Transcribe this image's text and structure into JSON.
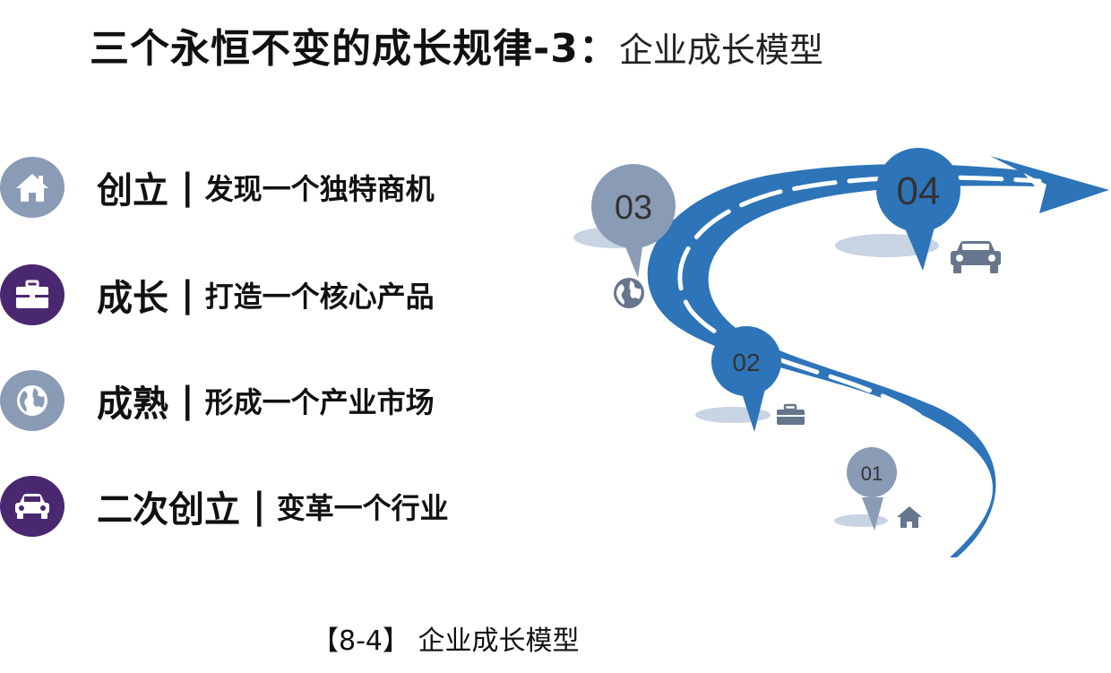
{
  "title": {
    "bold": "三个永恒不变的成长规律-3：",
    "light": "企业成长模型"
  },
  "stages": [
    {
      "name": "创立",
      "separator": "|",
      "desc": "发现一个独特商机",
      "icon": "home-icon",
      "color": "#8a9bb5"
    },
    {
      "name": "成长",
      "separator": "|",
      "desc": "打造一个核心产品",
      "icon": "briefcase-icon",
      "color": "#4a2870"
    },
    {
      "name": "成熟",
      "separator": "|",
      "desc": "形成一个产业市场",
      "icon": "globe-icon",
      "color": "#8a9bb5"
    },
    {
      "name": "二次创立",
      "separator": "|",
      "desc": "变革一个行业",
      "icon": "car-icon",
      "color": "#4a2870"
    }
  ],
  "road": {
    "road_color": "#2e74b8",
    "markers": [
      {
        "label": "01",
        "color": "#8a9bb5",
        "icon": "home-icon"
      },
      {
        "label": "02",
        "color": "#2e74b8",
        "icon": "briefcase-icon"
      },
      {
        "label": "03",
        "color": "#8a9bb5",
        "icon": "globe-icon"
      },
      {
        "label": "04",
        "color": "#2e74b8",
        "icon": "car-icon"
      }
    ]
  },
  "caption": "【8-4】 企业成长模型"
}
